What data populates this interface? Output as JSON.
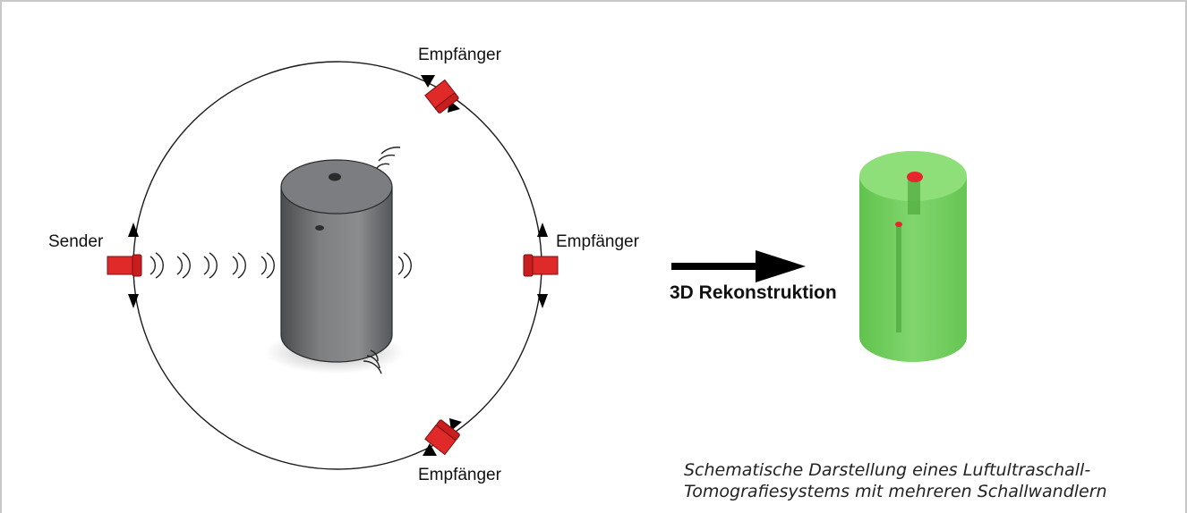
{
  "labels": {
    "sender": "Sender",
    "receiver_top": "Empfänger",
    "receiver_right": "Empfänger",
    "receiver_bottom": "Empfänger"
  },
  "arrow_label": "3D Rekonstruktion",
  "caption": {
    "line1": "Schematische Darstellung eines Luftultraschall-",
    "line2": "Tomografiesystems mit mehreren Schallwandlern"
  },
  "colors": {
    "transducer": "#e02a2a",
    "cylinder": "#6f7173",
    "reconstruction": "#6fcc5a",
    "defect": "#e8252d"
  }
}
